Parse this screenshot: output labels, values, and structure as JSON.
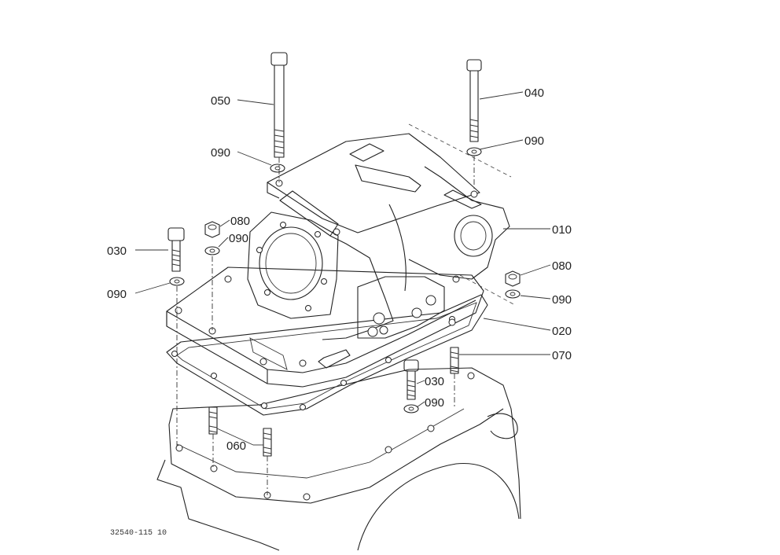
{
  "diagram": {
    "reference_code": "32540-115 10",
    "callouts": [
      {
        "id": "c050",
        "label": "050"
      },
      {
        "id": "c040",
        "label": "040"
      },
      {
        "id": "c090a",
        "label": "090"
      },
      {
        "id": "c090b",
        "label": "090"
      },
      {
        "id": "c080a",
        "label": "080"
      },
      {
        "id": "c090c",
        "label": "090"
      },
      {
        "id": "c030a",
        "label": "030"
      },
      {
        "id": "c090d",
        "label": "090"
      },
      {
        "id": "c010",
        "label": "010"
      },
      {
        "id": "c080b",
        "label": "080"
      },
      {
        "id": "c090e",
        "label": "090"
      },
      {
        "id": "c020",
        "label": "020"
      },
      {
        "id": "c070",
        "label": "070"
      },
      {
        "id": "c030b",
        "label": "030"
      },
      {
        "id": "c090f",
        "label": "090"
      },
      {
        "id": "c060",
        "label": "060"
      }
    ]
  }
}
